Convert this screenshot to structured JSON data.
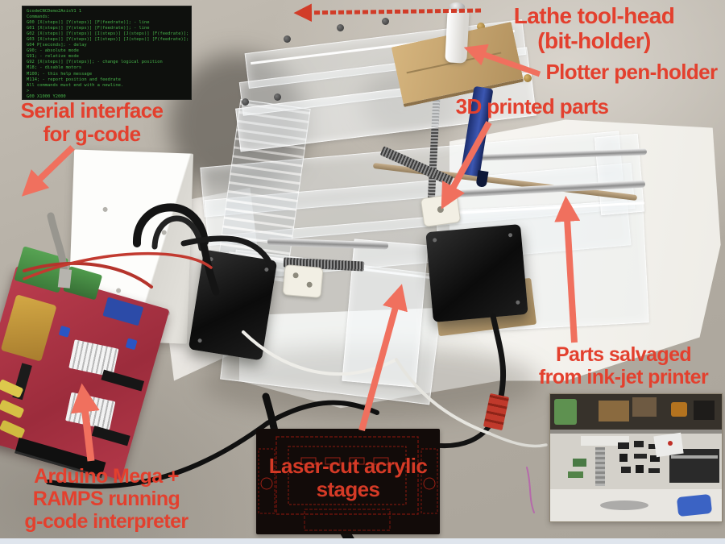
{
  "annotations": {
    "lathe": [
      "Lathe tool-head",
      "(bit-holder)"
    ],
    "plotter": [
      "Plotter pen-holder"
    ],
    "printed3d": [
      "3D printed parts"
    ],
    "serial": [
      "Serial interface",
      "for g-code"
    ],
    "salvaged": [
      "Parts salvaged",
      "from ink-jet printer"
    ],
    "arduino": [
      "Arduino Mega +",
      "RAMPS running",
      "g-code interpreter"
    ],
    "lasercut": [
      "Laser-cut acrylic",
      "stages"
    ]
  },
  "terminal": {
    "lines": [
      "GcodeCNCDemo2AxisV1 1",
      "Commands:",
      "G00 [X(steps)] [Y(steps)] [F(feedrate)]; - line",
      "G01 [X(steps)] [Y(steps)] [F(feedrate)]; - line",
      "G02 [X(steps)] [Y(steps)] [I(steps)] [J(steps)] [F(feedrate)];",
      "G03 [X(steps)] [Y(steps)] [I(steps)] [J(steps)] [F(feedrate)];",
      "G04 P[seconds]; - delay",
      "G90; - absolute mode",
      "G91; - relative mode",
      "G92 [X(steps)] [Y(steps)]; - change logical position",
      "M18; - disable motors",
      "M100; - this help message",
      "M114; - report position and feedrate",
      "All commands must end with a newline.",
      ">",
      "G00 X1000 Y2000"
    ]
  },
  "colors": {
    "annotation_red": "#e3402e",
    "lasercut_red": "#d53a26",
    "arrow": "#f0705e",
    "arrow_dark": "#d13c28",
    "terminal_green": "#46b24a",
    "terminal_bg": "#0e100d",
    "board_red": "#ad3444",
    "table": "#b3ada3",
    "paper": "#f7f6f2"
  }
}
